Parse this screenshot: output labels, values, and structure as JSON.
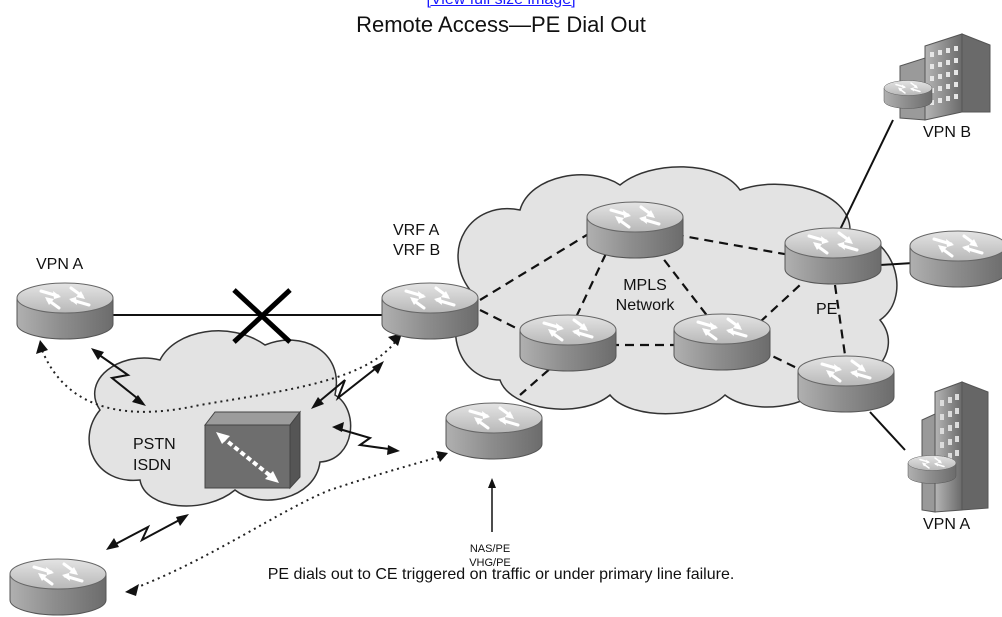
{
  "header": {
    "link_text": "[View full size image]",
    "title": "Remote Access—PE Dial Out"
  },
  "labels": {
    "vpn_b": "VPN B",
    "vpn_a_right": "VPN A",
    "vpn_a_left": "VPN A",
    "vrf_a": "VRF A",
    "vrf_b": "VRF B",
    "mpls_line1": "MPLS",
    "mpls_line2": "Network",
    "pe": "PE",
    "pstn": "PSTN",
    "isdn": "ISDN",
    "nas_pe": "NAS/PE",
    "vhg_pe": "VHG/PE"
  },
  "caption": "PE dials out to CE triggered on traffic or under primary line failure.",
  "colors": {
    "cloud": "#e3e3e3",
    "router_body": "#9a9a9a",
    "switch_face": "#6e6e6e",
    "link_text": "#1a1aff"
  },
  "icons": [
    "router-icon",
    "building-icon",
    "atm-switch-icon",
    "lightning-bolt-icon",
    "failure-x-icon"
  ]
}
